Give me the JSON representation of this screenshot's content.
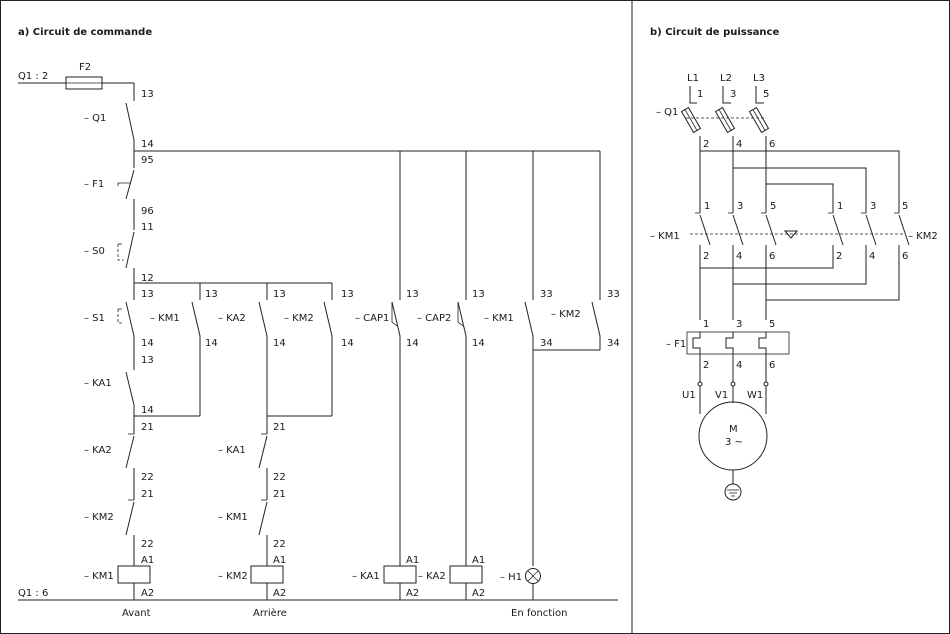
{
  "command": {
    "title": "a) Circuit de commande",
    "q1_top": "Q1 : 2",
    "q1_bottom": "Q1 : 6",
    "fuse": "F2",
    "dev": {
      "q1": "– Q1",
      "f1": "– F1",
      "s0": "– S0",
      "s1": "– S1",
      "ka1_c1": "– KA1",
      "ka2_c1": "– KA2",
      "km2_c1": "– KM2",
      "km1_branch": "– KM1",
      "ka2_branch": "– KA2",
      "km2_branch": "– KM2",
      "cap1": "– CAP1",
      "cap2": "– CAP2",
      "km1_c6": "– KM1",
      "km2_c7": "– KM2",
      "ka1_c3": "– KA1",
      "km1_c3": "– KM1",
      "coil_km1": "– KM1",
      "coil_km2": "– KM2",
      "coil_ka1": "– KA1",
      "coil_ka2": "– KA2",
      "lamp_h1": "– H1"
    },
    "t": {
      "n13": "13",
      "n14": "14",
      "n95": "95",
      "n96": "96",
      "n11": "11",
      "n12": "12",
      "n21": "21",
      "n22": "22",
      "n33": "33",
      "n34": "34",
      "a1": "A1",
      "a2": "A2"
    },
    "footers": {
      "avant": "Avant",
      "arriere": "Arrière",
      "fonction": "En fonction"
    }
  },
  "power": {
    "title": "b) Circuit de puissance",
    "phases": [
      "L1",
      "L2",
      "L3"
    ],
    "terms_top": [
      "1",
      "3",
      "5"
    ],
    "terms_bot": [
      "2",
      "4",
      "6"
    ],
    "q1": "– Q1",
    "km1": "– KM1",
    "km2": "– KM2",
    "f1": "– F1",
    "motor_terms": [
      "U1",
      "V1",
      "W1"
    ],
    "motor": {
      "line1": "M",
      "line2": "3 ~"
    }
  }
}
